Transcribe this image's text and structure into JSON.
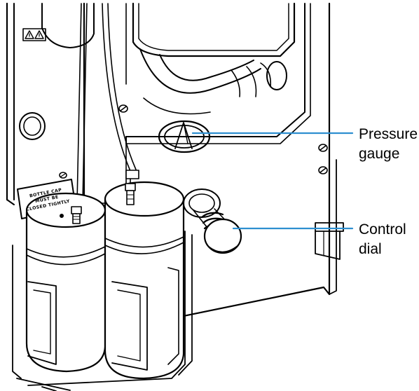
{
  "diagram": {
    "callouts": [
      {
        "id": "pressure-gauge",
        "lines": [
          "Pressure",
          "gauge"
        ]
      },
      {
        "id": "control-dial",
        "lines": [
          "Control",
          "dial"
        ]
      }
    ],
    "warning_label": {
      "lines": [
        "BOTTLE CAP",
        "MUST BE",
        "CLOSED TIGHTLY"
      ]
    },
    "colors": {
      "leader_line": "#2e8fd0",
      "line_art": "#000000",
      "background": "#ffffff"
    }
  }
}
